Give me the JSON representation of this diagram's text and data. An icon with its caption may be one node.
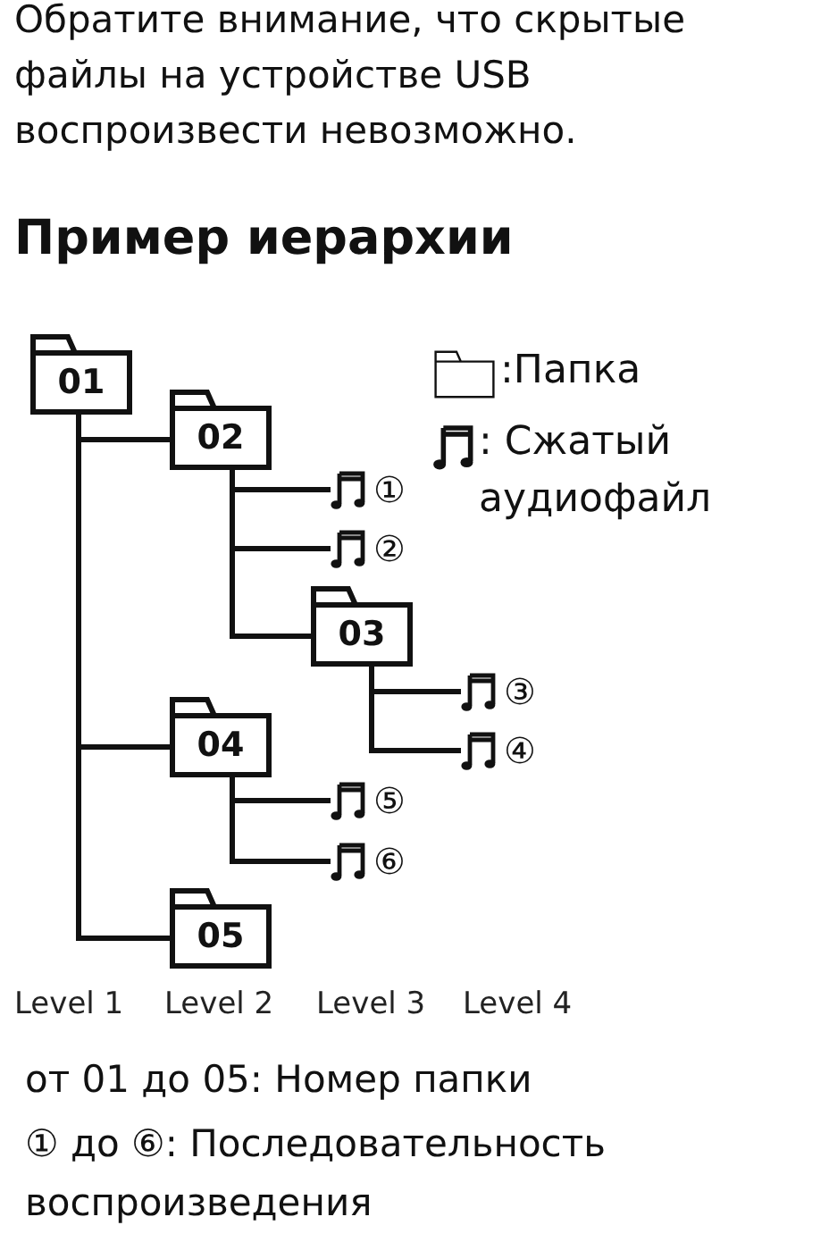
{
  "diagram": {
    "title": "Пример иерархии",
    "nodes": [
      {
        "text": [
          "01"
        ]
      },
      {
        "text": [
          "02"
        ]
      },
      {
        "text": [
          "①"
        ]
      },
      {
        "text": [
          "②"
        ]
      },
      {
        "text": [
          "03"
        ]
      },
      {
        "text": [
          "③"
        ]
      },
      {
        "text": [
          "④"
        ]
      },
      {
        "text": [
          "04"
        ]
      },
      {
        "text": [
          "⑤"
        ]
      },
      {
        "text": [
          "⑥"
        ]
      },
      {
        "text": [
          "05"
        ]
      }
    ],
    "edges": [
      {
        "from": 0,
        "to": 1,
        "arrow": "none"
      },
      {
        "from": 0,
        "to": 7,
        "arrow": "none"
      },
      {
        "from": 0,
        "to": 10,
        "arrow": "none"
      },
      {
        "from": 1,
        "to": 2,
        "arrow": "none"
      },
      {
        "from": 1,
        "to": 3,
        "arrow": "none"
      },
      {
        "from": 1,
        "to": 4,
        "arrow": "none"
      },
      {
        "from": 4,
        "to": 5,
        "arrow": "none"
      },
      {
        "from": 4,
        "to": 6,
        "arrow": "none"
      },
      {
        "from": 7,
        "to": 8,
        "arrow": "none"
      },
      {
        "from": 7,
        "to": 9,
        "arrow": "none"
      }
    ],
    "labels": [
      "Обратите внимание, что скрытые файлы на устройстве USB воспроизвести невозможно.",
      "Level 1",
      "Level 2",
      "Level 3",
      "Level 4",
      "от 01 до 05: Номер папки",
      "① до ⑥: Последовательность воспроизведения"
    ],
    "legend": [
      {
        "text": ":Папка"
      },
      {
        "text": ": Сжатый аудиофайл"
      }
    ]
  }
}
